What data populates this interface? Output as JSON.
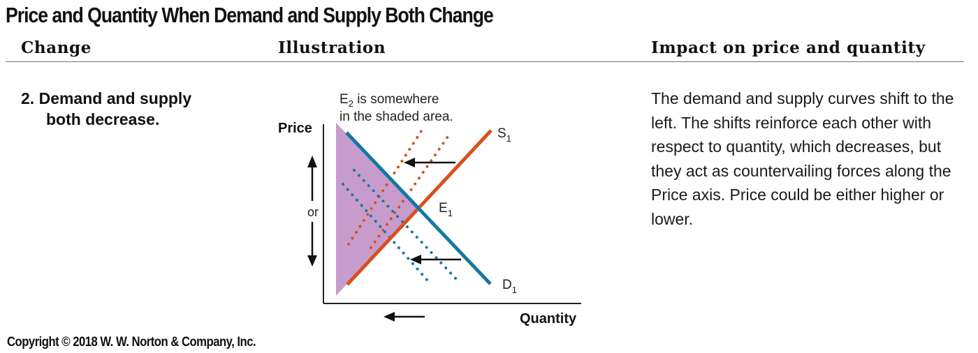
{
  "title": "Price and Quantity When Demand and Supply Both Change",
  "columns": {
    "change": "Change",
    "illustration": "Illustration",
    "impact": "Impact on price and quantity"
  },
  "row": {
    "number": "2.",
    "change_line1": "Demand and supply",
    "change_line2": "both decrease.",
    "impact": "The demand and supply curves shift to the left. The shifts reinforce each other with respect to quantity, which decreases, but they act as countervailing forces along the Price axis. Price could be either higher or lower."
  },
  "diagram": {
    "price_axis_label": "Price",
    "quantity_axis_label": "Quantity",
    "or_label": "or",
    "note_line1_prefix": "E",
    "note_line1_sub": "2",
    "note_line1_suffix": " is somewhere",
    "note_line2": "in the shaded area.",
    "supply_label": "S",
    "supply_sub": "1",
    "demand_label": "D",
    "demand_sub": "1",
    "equilibrium_label": "E",
    "equilibrium_sub": "1",
    "colors": {
      "demand": "#1577a3",
      "supply": "#d84f1f",
      "shaded": "#c79ccc",
      "arrows": "#111111",
      "axis": "#222222"
    }
  },
  "copyright": "Copyright © 2018 W. W. Norton & Company, Inc."
}
